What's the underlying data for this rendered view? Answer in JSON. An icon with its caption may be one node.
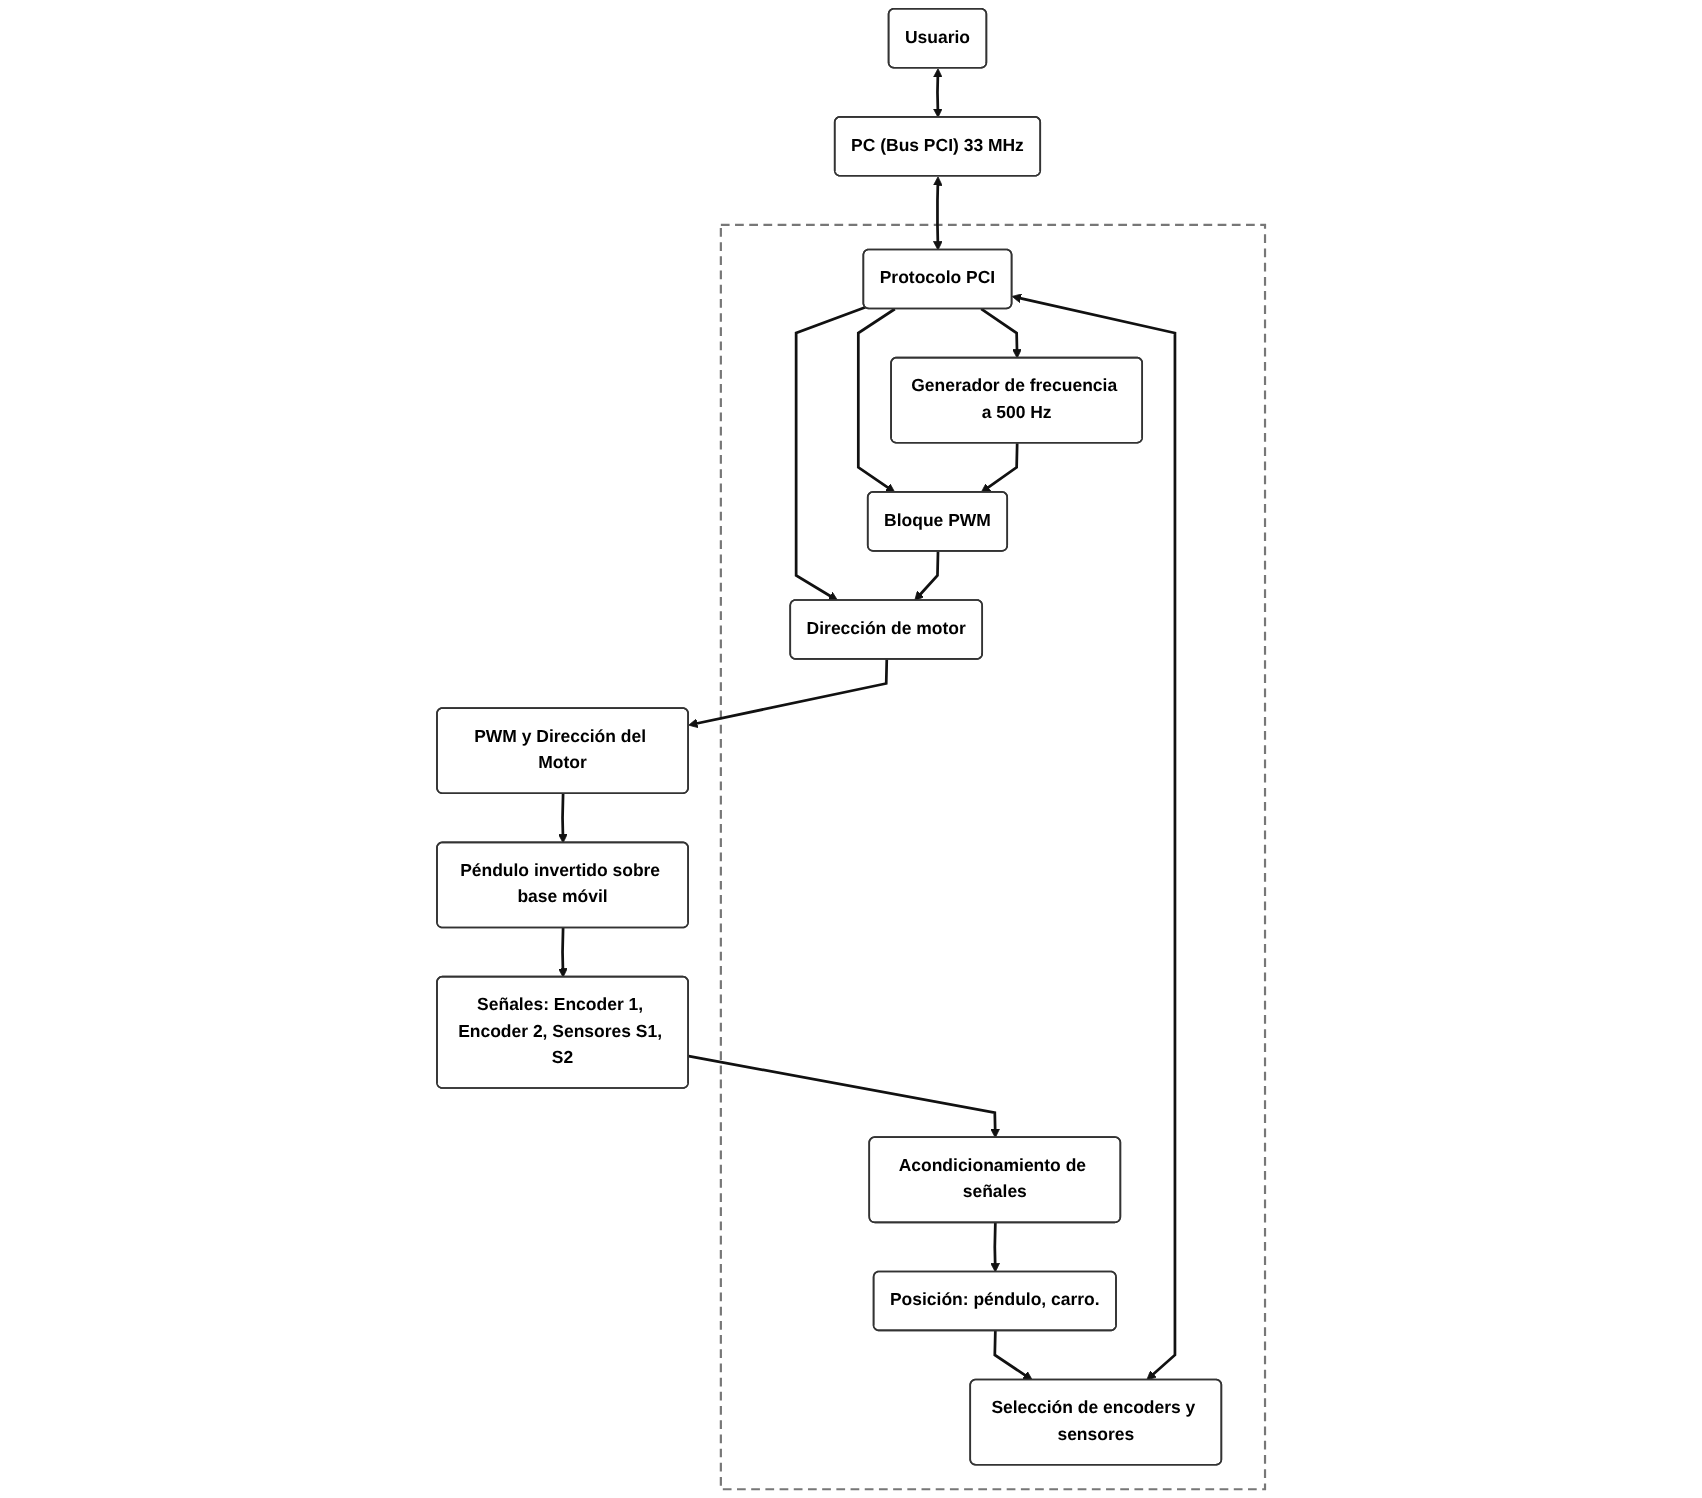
{
  "diagram": {
    "nodes": [
      {
        "text": [
          "Usuario"
        ]
      },
      {
        "text": [
          "PC (Bus PCI) 33 MHz"
        ]
      },
      {
        "text": [],
        "shape": "box"
      },
      {
        "text": [
          "Selección de encoders y sensores"
        ],
        "in": 2
      },
      {
        "text": [
          "Protocolo PCI"
        ],
        "in": 2
      },
      {
        "text": [
          "Generador de frecuencia a 500 Hz"
        ],
        "in": 2
      },
      {
        "text": [
          "Posición: péndulo, carro."
        ],
        "in": 2
      },
      {
        "text": [
          "Bloque PWM"
        ],
        "in": 2
      },
      {
        "text": [
          "Acondicionamiento de señales"
        ],
        "in": 2
      },
      {
        "text": [
          "Dirección de motor"
        ],
        "in": 2
      },
      {
        "text": [
          "Señales: Encoder 1, Encoder 2, Sensores S1, S2"
        ]
      },
      {
        "text": [
          "Péndulo invertido sobre base móvil"
        ]
      },
      {
        "text": [
          "PWM y Dirección del Motor"
        ]
      }
    ],
    "edges": [
      {
        "from": 0,
        "to": 1,
        "arrow": "both"
      },
      {
        "from": 1,
        "to": 4,
        "arrow": "both"
      },
      {
        "from": 3,
        "to": 4,
        "arrow": "both"
      },
      {
        "from": 4,
        "to": 5,
        "arrow": "to"
      },
      {
        "from": 4,
        "to": 7,
        "arrow": "to"
      },
      {
        "from": 4,
        "to": 9,
        "arrow": "to"
      },
      {
        "from": 5,
        "to": 7,
        "arrow": "to"
      },
      {
        "from": 7,
        "to": 9,
        "arrow": "to"
      },
      {
        "from": 9,
        "to": 12,
        "arrow": "to"
      },
      {
        "from": 12,
        "to": 11,
        "arrow": "to"
      },
      {
        "from": 11,
        "to": 10,
        "arrow": "to"
      },
      {
        "from": 10,
        "to": 8,
        "arrow": "to"
      },
      {
        "from": 8,
        "to": 6,
        "arrow": "to"
      },
      {
        "from": 6,
        "to": 3,
        "arrow": "to"
      }
    ]
  }
}
